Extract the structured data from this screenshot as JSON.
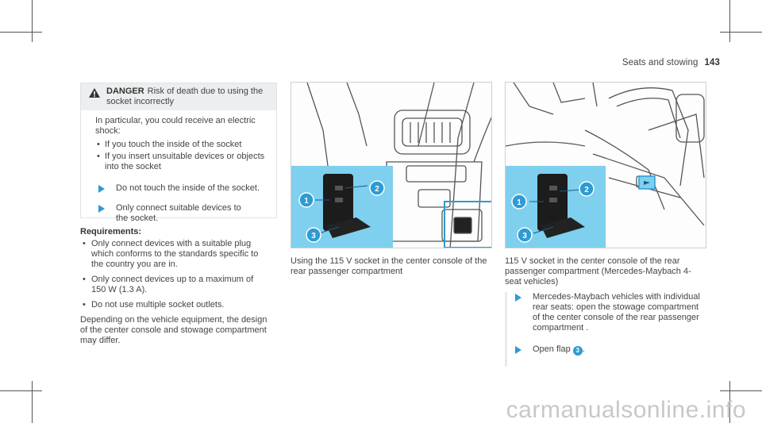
{
  "header": {
    "section": "Seats and stowing",
    "page_number": "143"
  },
  "danger": {
    "label": "DANGER",
    "title_rest": "Risk of death due to using the",
    "title_line2": "socket incorrectly",
    "intro": "In particular, you could receive an electric shock:",
    "bullets": [
      "If you touch the inside of the socket",
      "If you insert unsuitable devices or objects into the socket"
    ],
    "actions": [
      "Do not touch the inside of the socket.",
      "Only connect suitable devices to the socket."
    ]
  },
  "requirements": {
    "title": "Requirements:",
    "bullets": [
      "Only connect devices with a suitable plug which conforms to the standards specific to the country you are in.",
      "Only connect devices up to a maximum of 150 W (1.3 A).",
      "Do not use multiple socket outlets."
    ],
    "note": "Depending on the vehicle equipment, the design of the center console and stowage compartment may differ."
  },
  "figure1": {
    "callouts": [
      "1",
      "2",
      "3"
    ],
    "caption": "Using the 115 V socket in the center console of the rear passenger compartment"
  },
  "figure2": {
    "callouts": [
      "1",
      "2",
      "3"
    ],
    "caption": "115 V socket in the center console of the rear passenger compartment (Mercedes-Maybach 4-seat vehicles)"
  },
  "steps": [
    "Mercedes-Maybach vehicles with individual rear seats: open the stowage compartment of the center console of the rear passenger compartment .",
    "Open flap"
  ],
  "step2_callout": "3",
  "step2_end": ".",
  "watermark": "carmanualsonline.info",
  "colors": {
    "accent": "#2e9bd3",
    "highlight": "#7fcfee",
    "panel": "#eceeef"
  }
}
